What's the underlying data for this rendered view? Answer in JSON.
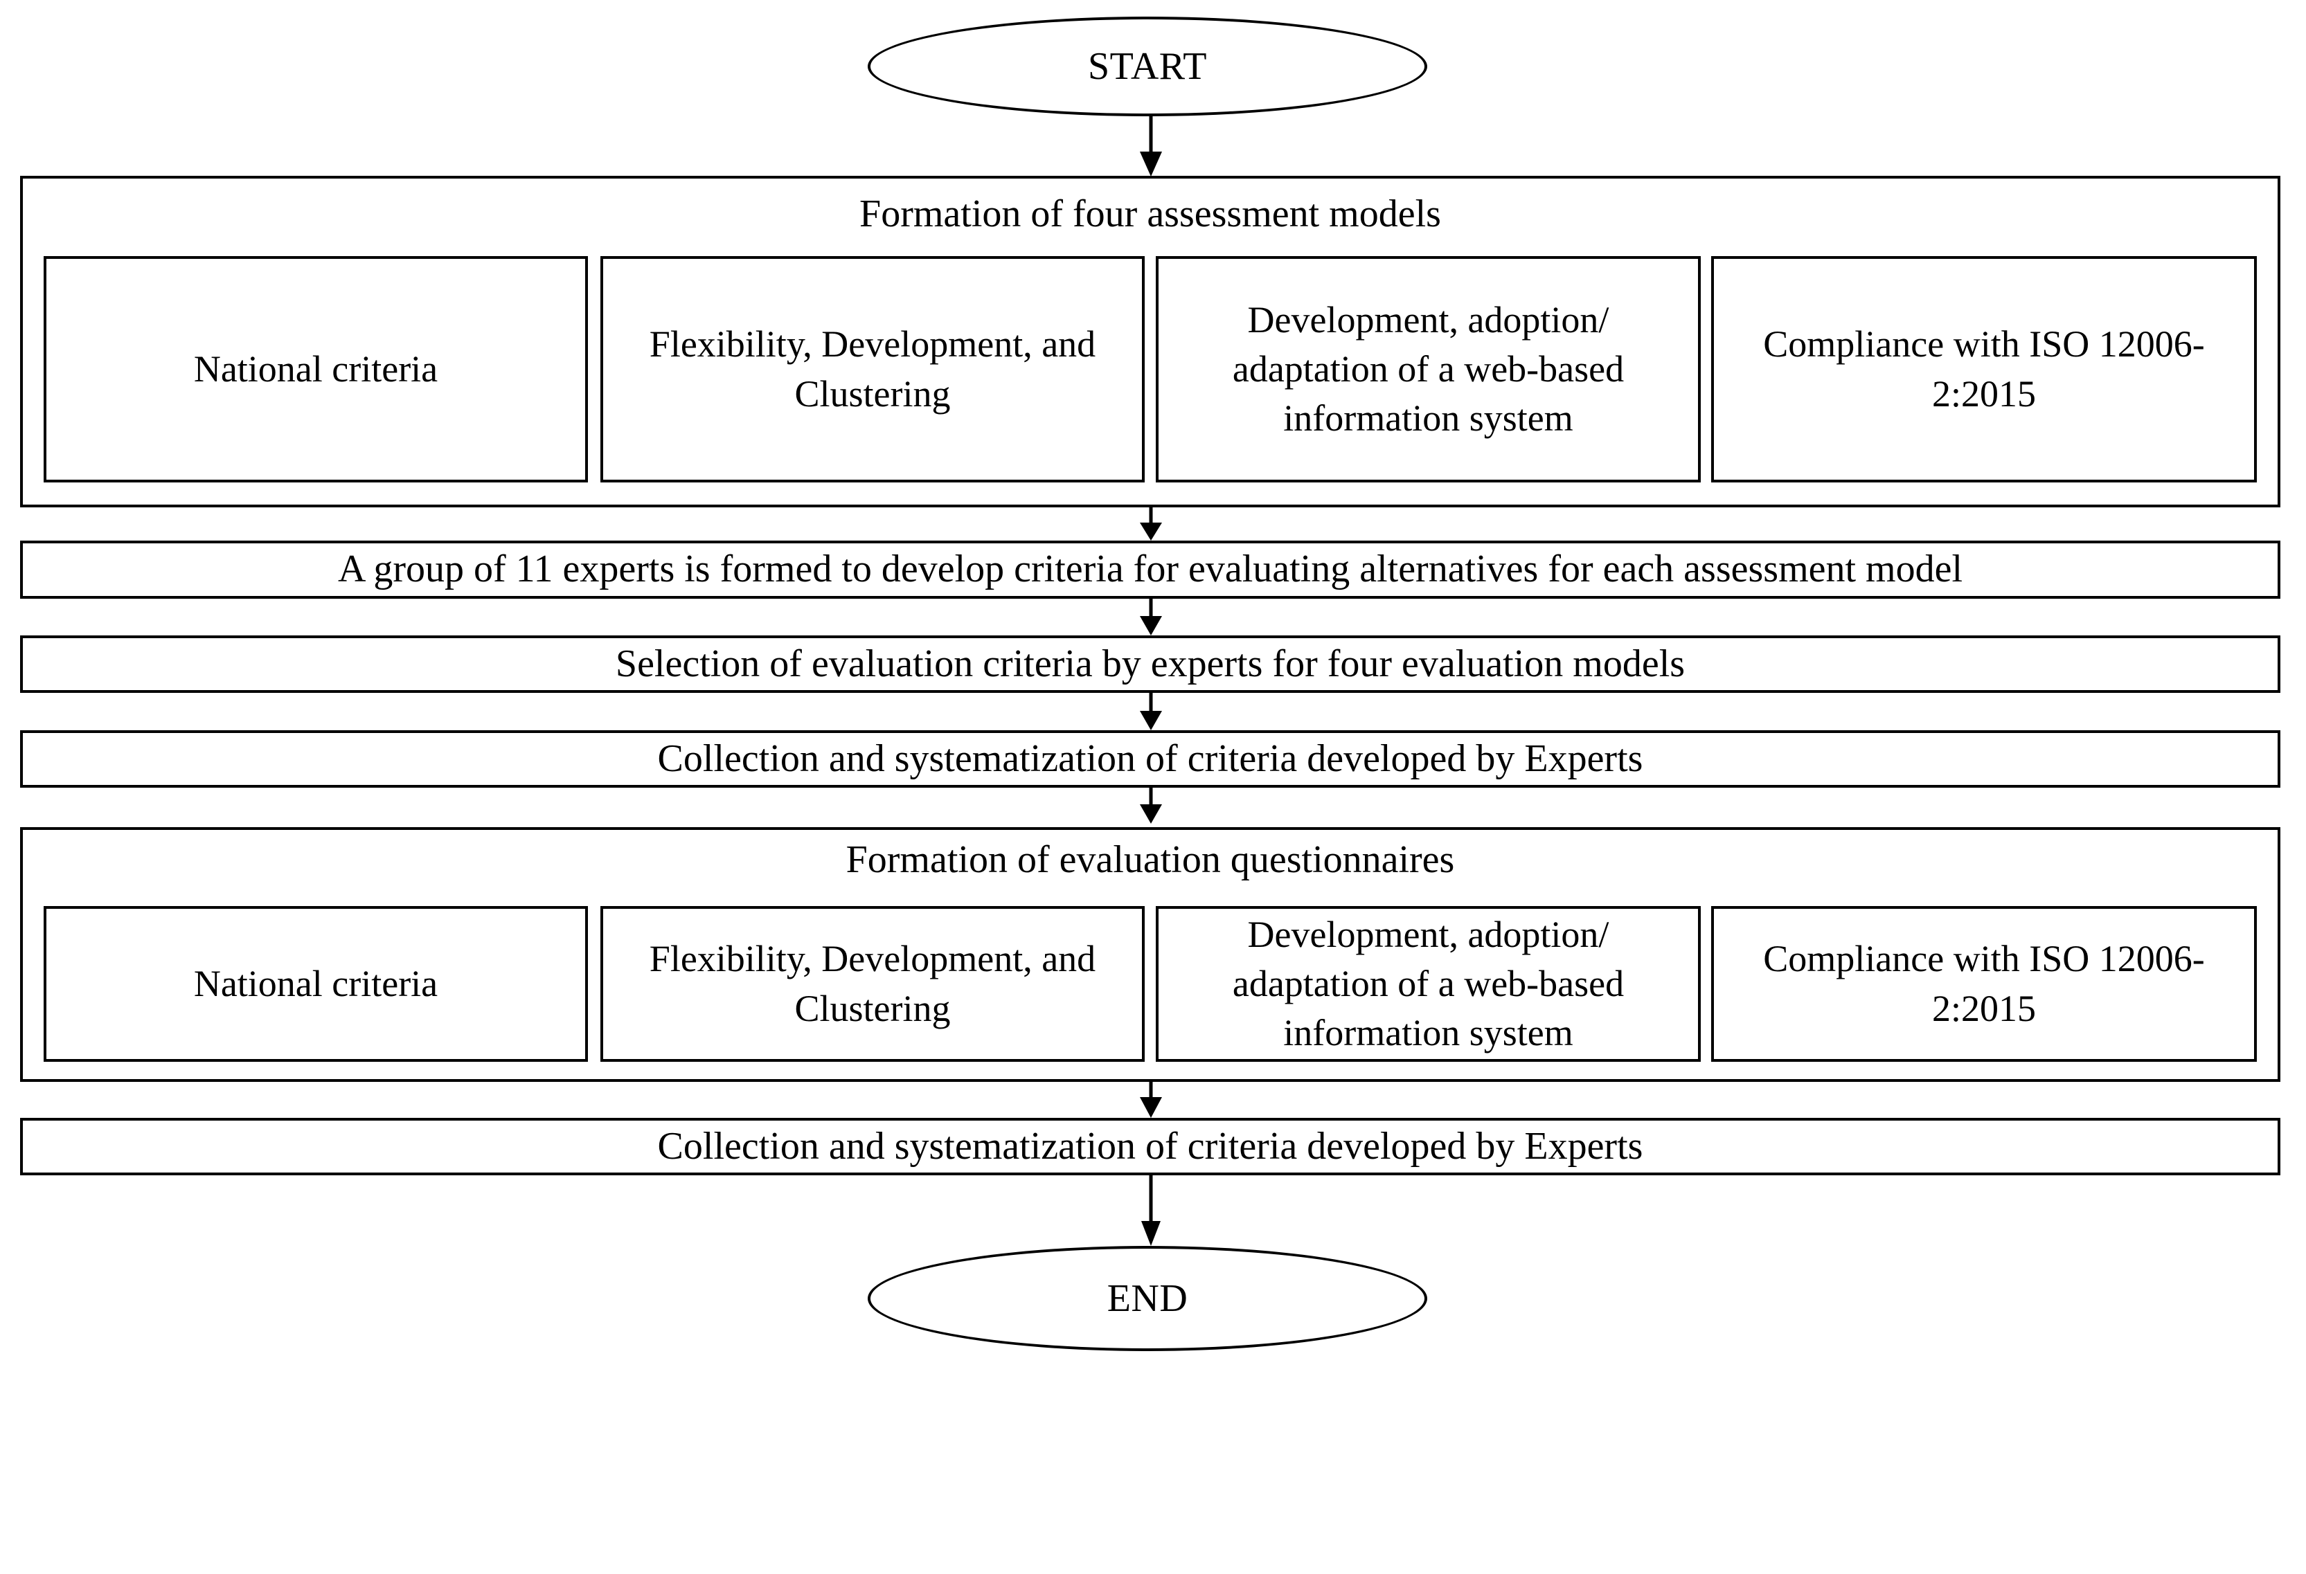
{
  "diagram": {
    "title": "Assessment model formation flowchart",
    "stroke_color": "#000000",
    "background_color": "#ffffff",
    "start": {
      "label": "START"
    },
    "end": {
      "label": "END"
    },
    "model_names": [
      "National criteria",
      "Flexibility, Development, and Clustering",
      "Development, adoption/ adaptation of a web-based information system",
      "Compliance with ISO 12006-2:2015"
    ],
    "blocks": {
      "formation_models": {
        "title": "Formation of four assessment models",
        "items": [
          "National criteria",
          "Flexibility, Development, and Clustering",
          "Development, adoption/ adaptation of a web-based information system",
          "Compliance with ISO 12006-2:2015"
        ]
      },
      "formation_questionnaires": {
        "title": "Formation of evaluation questionnaires",
        "items": [
          "National criteria",
          "Flexibility, Development, and Clustering",
          "Development, adoption/ adaptation of a web-based information system",
          "Compliance with ISO 12006-2:2015"
        ]
      }
    },
    "steps": {
      "expert_group": "A group of 11 experts is formed to develop criteria for evaluating alternatives for each assessment model",
      "criteria_selection": "Selection of evaluation criteria by experts for four evaluation models",
      "collection_first": "Collection and systematization of criteria developed by Experts",
      "collection_second": "Collection and systematization of criteria developed by Experts"
    },
    "flow_order": [
      "START",
      "Formation of four assessment models",
      "A group of 11 experts is formed to develop criteria for evaluating alternatives for each assessment model",
      "Selection of evaluation criteria by experts for four evaluation models",
      "Collection and systematization of criteria developed by Experts",
      "Formation of evaluation questionnaires",
      "Collection and systematization of criteria developed by Experts",
      "END"
    ]
  }
}
